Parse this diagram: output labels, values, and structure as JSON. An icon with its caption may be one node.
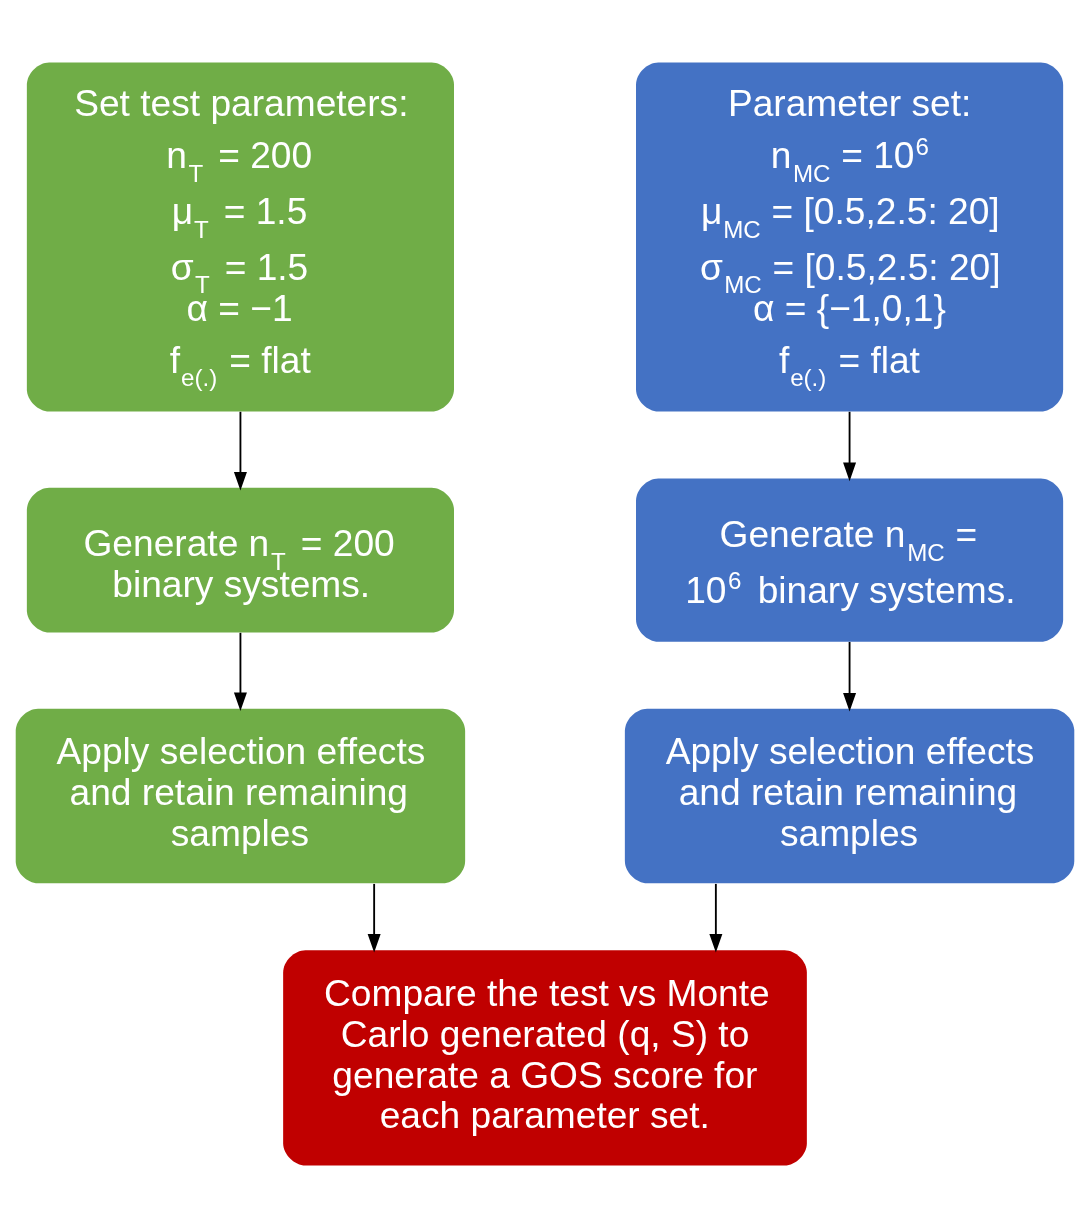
{
  "diagram": {
    "nodes": [
      {
        "text": [
          "Set test parameters:",
          "n$_{T}$ = 200",
          "μ$_{T}$ = 1.5",
          "σ$_{T}$ = 1.5",
          "α = −1",
          "f$_{e(.)}$ = flat"
        ]
      },
      {
        "text": [
          "Parameter set:",
          "n$_{MC}$ = 10$^{6}$",
          "μ$_{MC}$ = [0.5,2.5: 20]",
          "σ$_{MC}$ = [0.5,2.5: 20]",
          "α = {−1,0,1}",
          "f$_{e(.)}$ = flat"
        ]
      },
      {
        "text": [
          "Generate n$_{T}$ = 200 binary systems."
        ]
      },
      {
        "text": [
          "Generate n$_{MC}$ = 10$^{6}$ binary systems."
        ]
      },
      {
        "text": [
          "Apply selection effects and retain remaining samples"
        ]
      },
      {
        "text": [
          "Apply selection effects and retain remaining samples"
        ]
      },
      {
        "text": [
          "Compare the test vs Monte Carlo generated (q, S) to generate a GOS score for each parameter set."
        ]
      }
    ],
    "edges": [
      {
        "from": 0,
        "to": 2,
        "arrow": "to"
      },
      {
        "from": 1,
        "to": 3,
        "arrow": "to"
      },
      {
        "from": 2,
        "to": 4,
        "arrow": "to"
      },
      {
        "from": 3,
        "to": 5,
        "arrow": "to"
      },
      {
        "from": 4,
        "to": 6,
        "arrow": "to"
      },
      {
        "from": 5,
        "to": 6,
        "arrow": "to"
      }
    ]
  }
}
